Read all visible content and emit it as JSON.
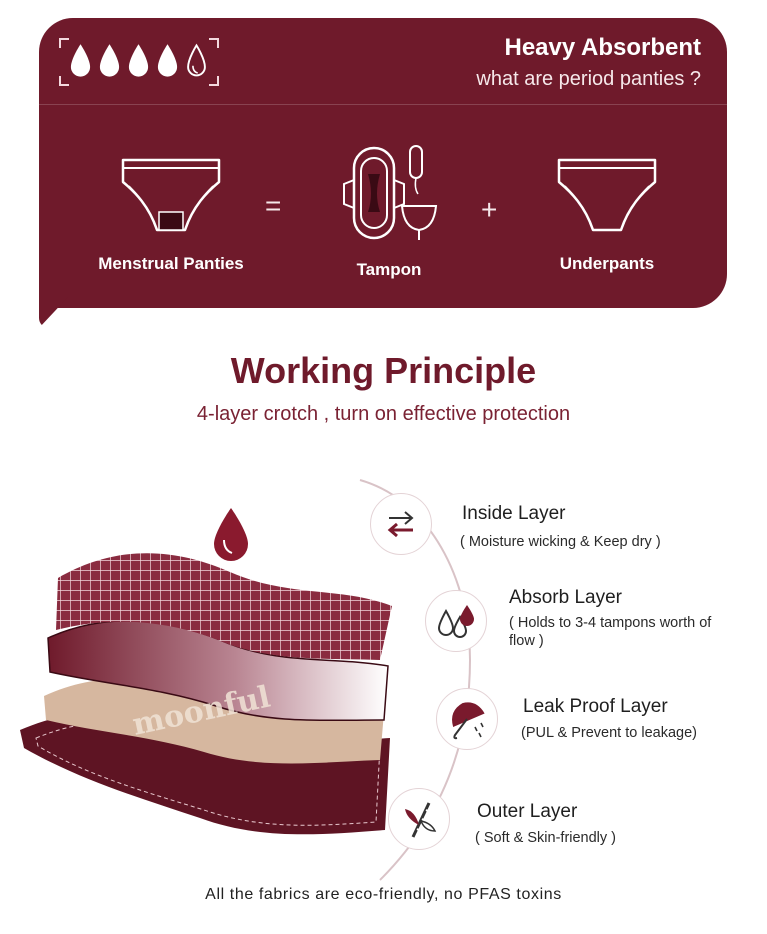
{
  "banner": {
    "title": "Heavy Absorbent",
    "subtitle": "what are period panties ?",
    "absorbency_level": "4 of 5 drops",
    "equation": {
      "item1": "Menstrual Panties",
      "op1": "=",
      "item2": "Tampon",
      "op2": "+",
      "item3": "Underpants"
    }
  },
  "principle": {
    "title": "Working Principle",
    "subtitle": "4-layer crotch , turn on effective protection",
    "watermark": "moonful",
    "layers": [
      {
        "title": "Inside Layer",
        "desc": "( Moisture wicking & Keep dry )",
        "icon": "swap-arrows-icon"
      },
      {
        "title": "Absorb Layer",
        "desc": "( Holds to 3-4 tampons worth of flow )",
        "icon": "drops-icon"
      },
      {
        "title": "Leak Proof Layer",
        "desc": "(PUL & Prevent to leakage)",
        "icon": "umbrella-icon"
      },
      {
        "title": "Outer Layer",
        "desc": "( Soft & Skin-friendly )",
        "icon": "bamboo-icon"
      }
    ],
    "footer": "All the fabrics are eco-friendly, no PFAS toxins"
  },
  "colors": {
    "brand": "#6f1a2b",
    "beige": "#d6b79f",
    "white": "#ffffff"
  }
}
